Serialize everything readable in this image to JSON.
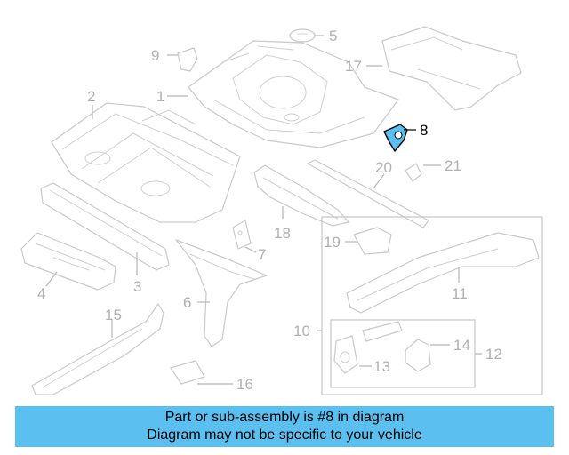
{
  "callouts": [
    "1",
    "2",
    "3",
    "4",
    "5",
    "6",
    "7",
    "8",
    "9",
    "10",
    "11",
    "12",
    "13",
    "14",
    "15",
    "16",
    "17",
    "18",
    "19",
    "20",
    "21"
  ],
  "highlighted_part": "8",
  "highlight_color": "#5bc0f0",
  "banner": {
    "line1": "Part or sub-assembly is #8 in diagram",
    "line2": "Diagram may not be specific to your vehicle",
    "background": "#5bc0f0"
  }
}
